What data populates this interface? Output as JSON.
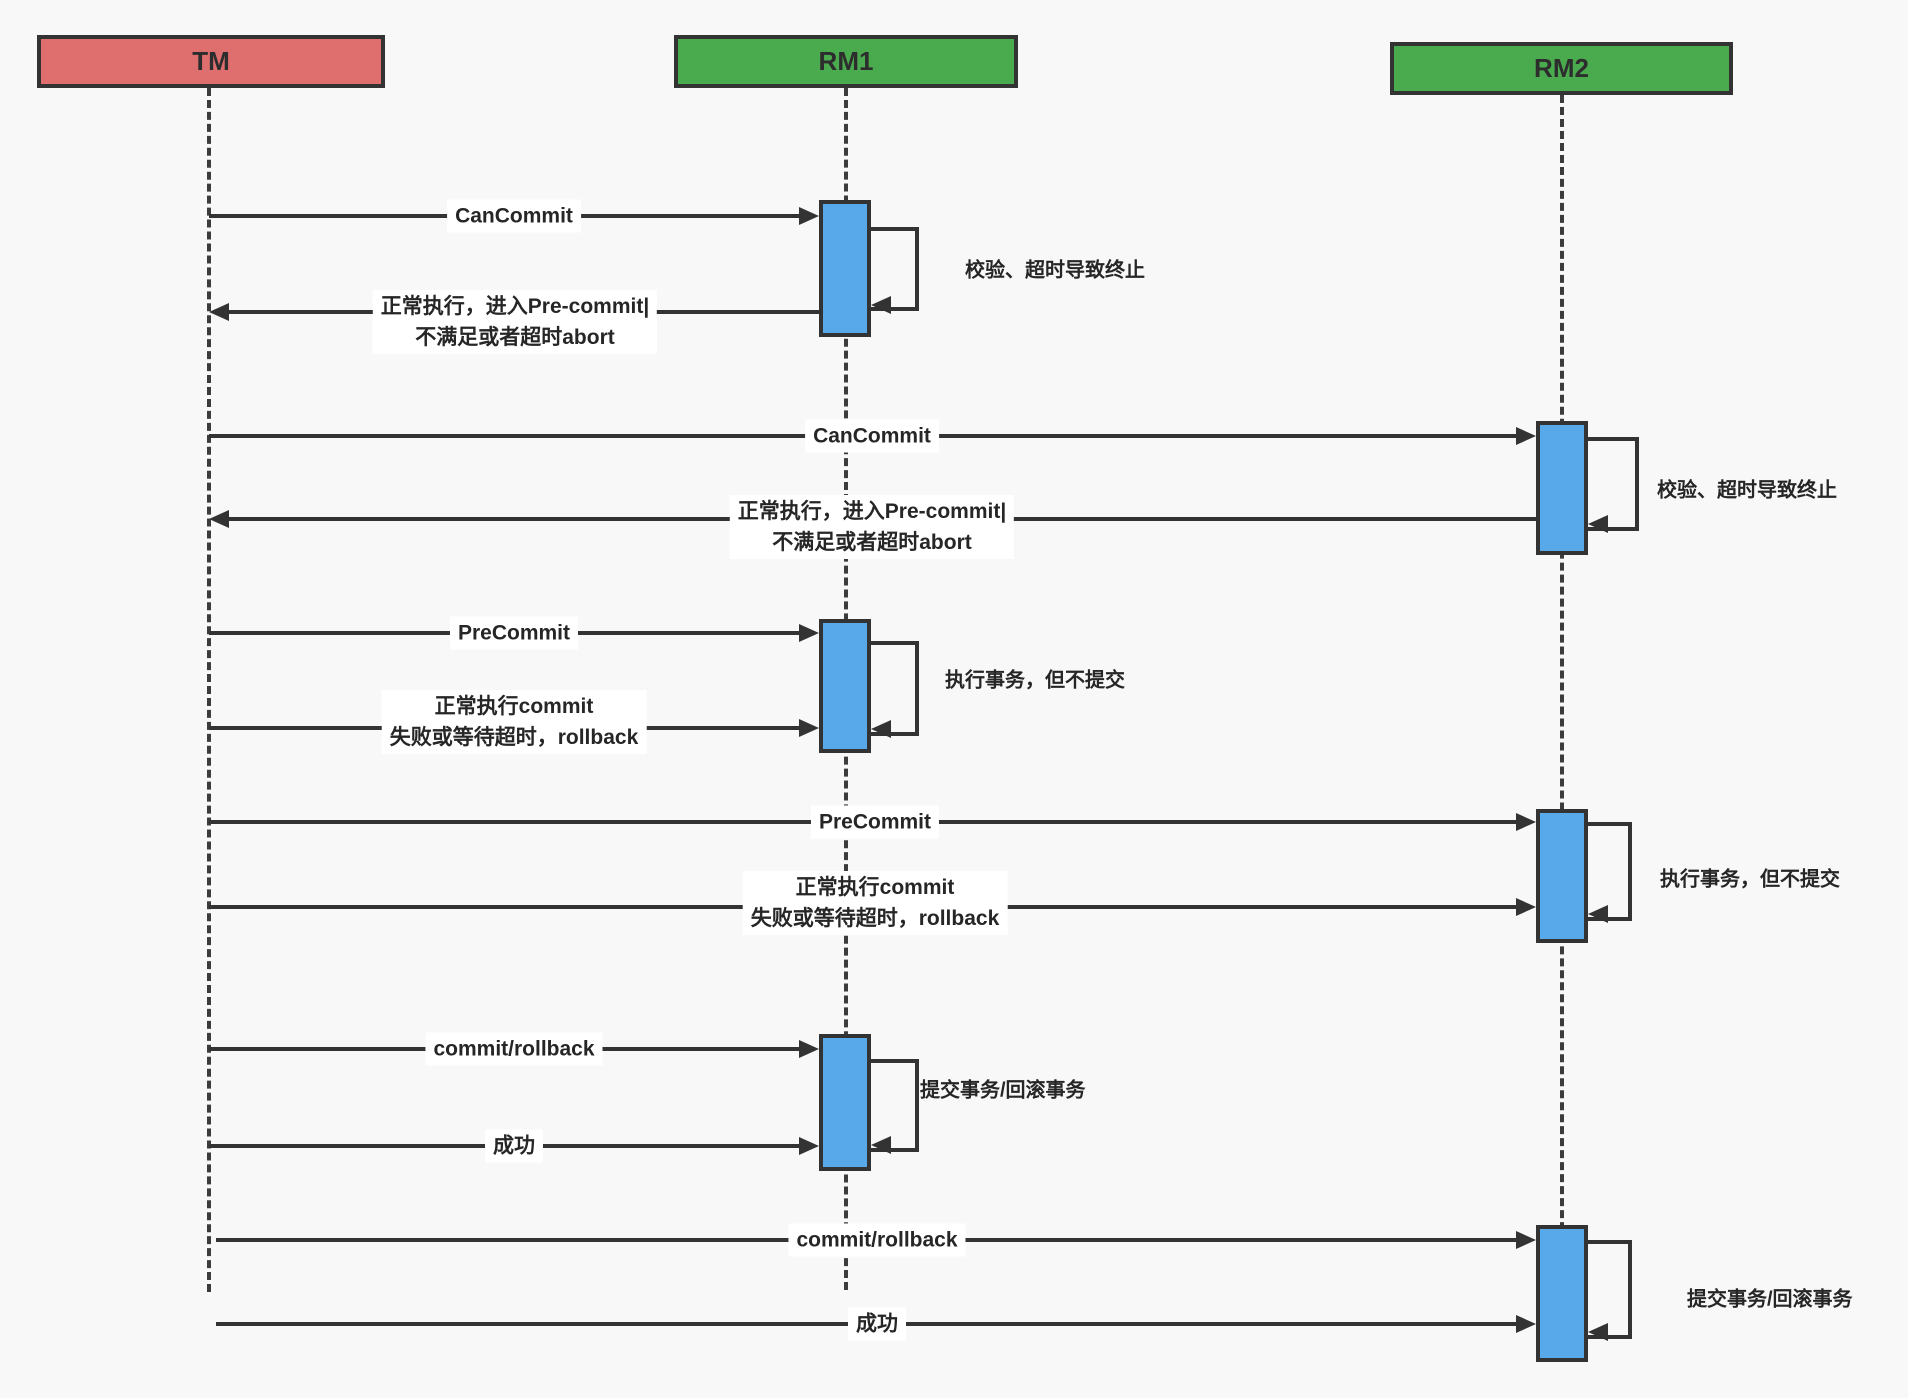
{
  "title": "3PC sequence diagram",
  "actors": {
    "tm": {
      "label": "TM"
    },
    "rm1": {
      "label": "RM1"
    },
    "rm2": {
      "label": "RM2"
    }
  },
  "colors": {
    "tm_fill": "#df6e6e",
    "rm_fill": "#4aaa4e",
    "activation_fill": "#58a9ea",
    "line": "#333333",
    "background": "#f8f8f8",
    "label_bg": "#ffffff"
  },
  "messages": [
    {
      "label": "CanCommit"
    },
    {
      "line1": "正常执行，进入Pre-commit|",
      "line2": "不满足或者超时abort"
    },
    {
      "label": "CanCommit"
    },
    {
      "line1": "正常执行，进入Pre-commit|",
      "line2": "不满足或者超时abort"
    },
    {
      "label": "PreCommit"
    },
    {
      "line1": "正常执行commit",
      "line2": "失败或等待超时，rollback"
    },
    {
      "label": "PreCommit"
    },
    {
      "line1": "正常执行commit",
      "line2": "失败或等待超时，rollback"
    },
    {
      "label": "commit/rollback"
    },
    {
      "label": "成功"
    },
    {
      "label": "commit/rollback"
    },
    {
      "label": "成功"
    }
  ],
  "notes": [
    {
      "text": "校验、超时导致终止"
    },
    {
      "text": "校验、超时导致终止"
    },
    {
      "text": "执行事务，但不提交"
    },
    {
      "text": "执行事务，但不提交"
    },
    {
      "text": "提交事务/回滚事务"
    },
    {
      "text": "提交事务/回滚事务"
    }
  ]
}
